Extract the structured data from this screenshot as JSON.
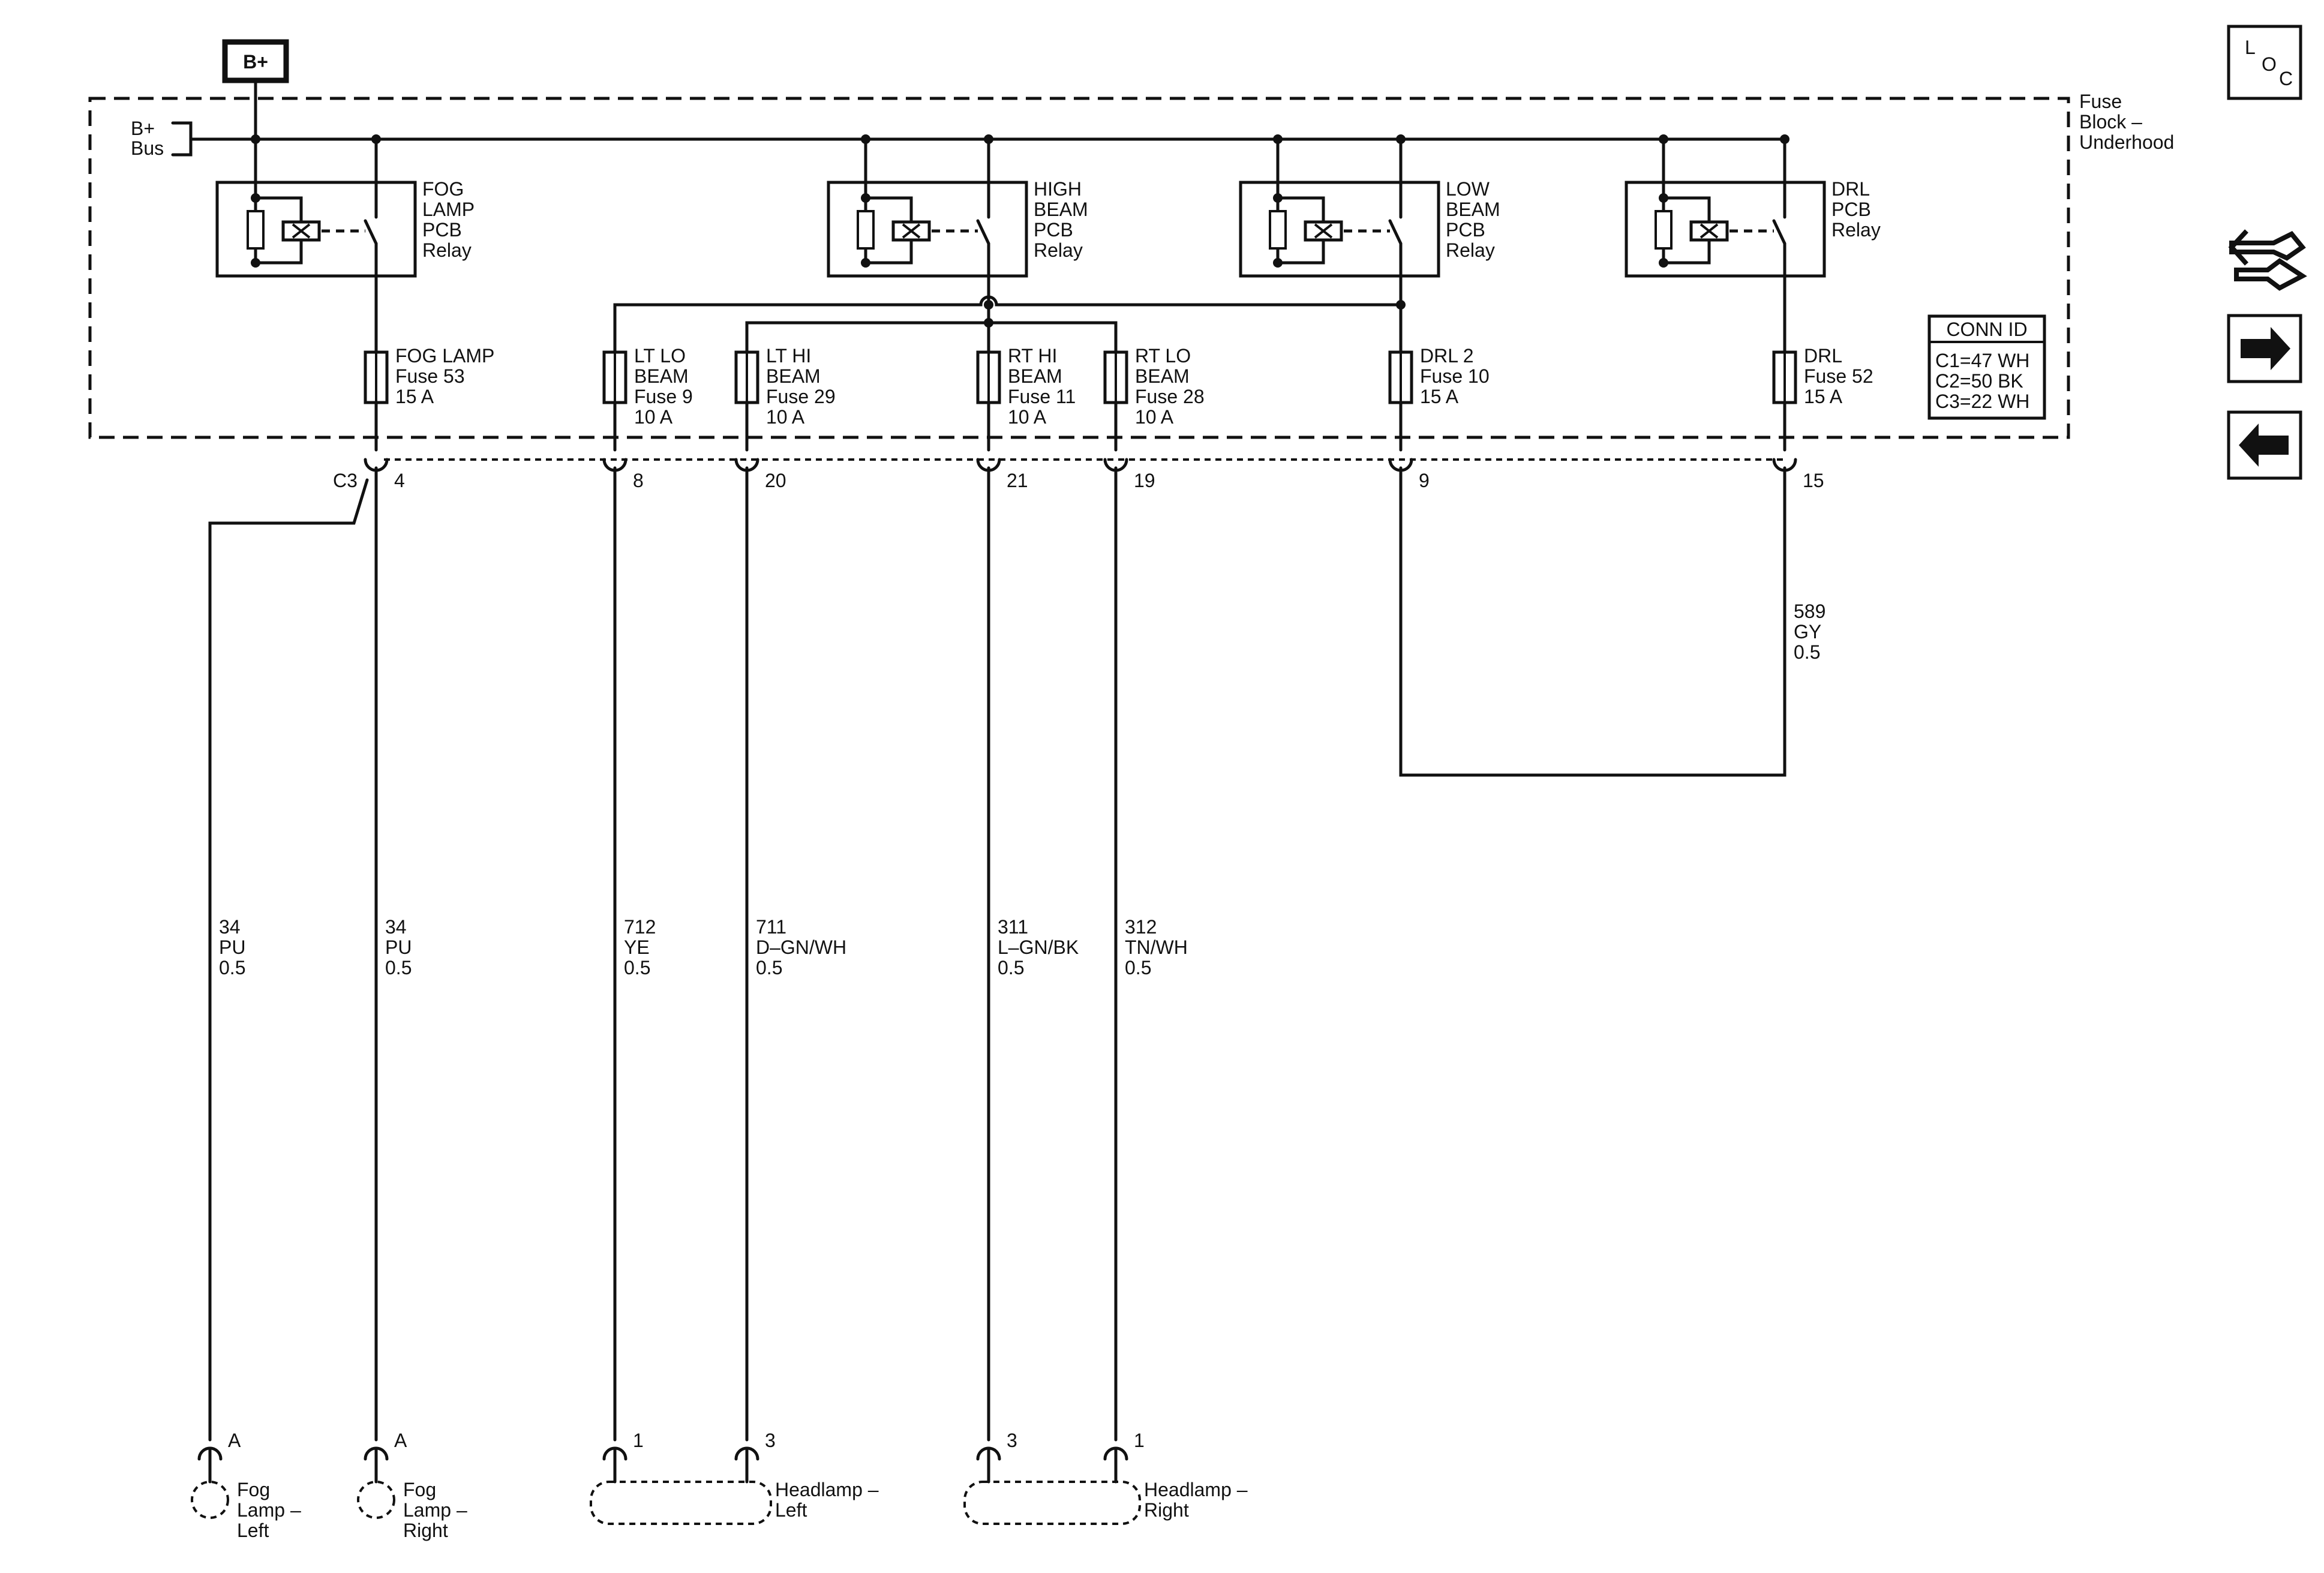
{
  "bplus_label": "B+",
  "bus_label": [
    "B+",
    "Bus"
  ],
  "fuse_block_label": [
    "Fuse",
    "Block –",
    "Underhood"
  ],
  "relays": [
    {
      "id": "fog",
      "label": [
        "FOG",
        "LAMP",
        "PCB",
        "Relay"
      ]
    },
    {
      "id": "high",
      "label": [
        "HIGH",
        "BEAM",
        "PCB",
        "Relay"
      ]
    },
    {
      "id": "low",
      "label": [
        "LOW",
        "BEAM",
        "PCB",
        "Relay"
      ]
    },
    {
      "id": "drl",
      "label": [
        "DRL",
        "PCB",
        "Relay"
      ]
    }
  ],
  "fuses": [
    {
      "id": "fog",
      "label": [
        "FOG LAMP",
        "Fuse 53",
        "15 A"
      ]
    },
    {
      "id": "ltlo",
      "label": [
        "LT LO",
        "BEAM",
        "Fuse 9",
        "10 A"
      ]
    },
    {
      "id": "lthi",
      "label": [
        "LT HI",
        "BEAM",
        "Fuse 29",
        "10 A"
      ]
    },
    {
      "id": "rthi",
      "label": [
        "RT HI",
        "BEAM",
        "Fuse 11",
        "10 A"
      ]
    },
    {
      "id": "rtlo",
      "label": [
        "RT LO",
        "BEAM",
        "Fuse 28",
        "10 A"
      ]
    },
    {
      "id": "drl2",
      "label": [
        "DRL 2",
        "Fuse 10",
        "15 A"
      ]
    },
    {
      "id": "drl",
      "label": [
        "DRL",
        "Fuse 52",
        "15 A"
      ]
    }
  ],
  "conn_id": {
    "title": "CONN ID",
    "lines": [
      "C1=47 WH",
      "C2=50 BK",
      "C3=22 WH"
    ]
  },
  "connector_name": "C3",
  "pins": [
    "4",
    "8",
    "20",
    "21",
    "19",
    "9",
    "15"
  ],
  "wires": [
    {
      "id": "w1",
      "label": [
        "34",
        "PU",
        "0.5"
      ]
    },
    {
      "id": "w2",
      "label": [
        "34",
        "PU",
        "0.5"
      ]
    },
    {
      "id": "w3",
      "label": [
        "712",
        "YE",
        "0.5"
      ]
    },
    {
      "id": "w4",
      "label": [
        "711",
        "D–GN/WH",
        "0.5"
      ]
    },
    {
      "id": "w5",
      "label": [
        "311",
        "L–GN/BK",
        "0.5"
      ]
    },
    {
      "id": "w6",
      "label": [
        "312",
        "TN/WH",
        "0.5"
      ]
    },
    {
      "id": "w7",
      "label": [
        "589",
        "GY",
        "0.5"
      ]
    }
  ],
  "bottom_pins": [
    "A",
    "A",
    "1",
    "3",
    "3",
    "1"
  ],
  "components": [
    {
      "id": "fog-left",
      "label": [
        "Fog",
        "Lamp –",
        "Left"
      ]
    },
    {
      "id": "fog-right",
      "label": [
        "Fog",
        "Lamp –",
        "Right"
      ]
    },
    {
      "id": "head-left",
      "label": [
        "Headlamp –",
        "Left"
      ]
    },
    {
      "id": "head-right",
      "label": [
        "Headlamp –",
        "Right"
      ]
    }
  ],
  "loc_icon": [
    "L",
    "O",
    "C"
  ],
  "side_icons": [
    "component-view-icon",
    "arrow-right-icon",
    "arrow-left-icon"
  ]
}
